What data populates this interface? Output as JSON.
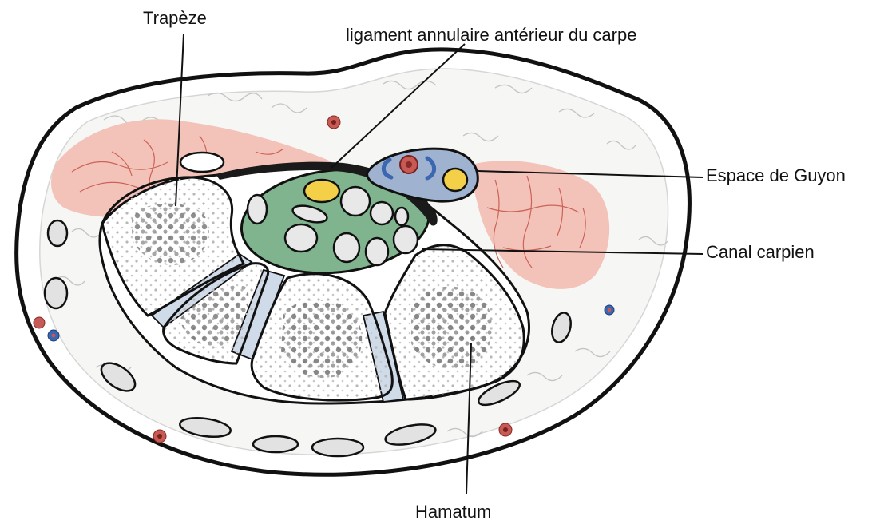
{
  "labels": {
    "trapeze": "Trapèze",
    "ligament": "ligament annulaire antérieur du carpe",
    "guyon": "Espace de Guyon",
    "canal": "Canal carpien",
    "hamatum": "Hamatum"
  },
  "colors": {
    "outline": "#111111",
    "fat": "#f3f3f1",
    "muscle": "#f2c0b6",
    "muscle_vessel": "#c9463f",
    "canal_green": "#7fb48e",
    "guyon_blue": "#9fb3d1",
    "nerve_yellow": "#f4cf48",
    "artery_red": "#c65a55",
    "vein_blue": "#3b66b0",
    "joint_blue": "#cfdbe8",
    "bone_dot": "#555555"
  }
}
